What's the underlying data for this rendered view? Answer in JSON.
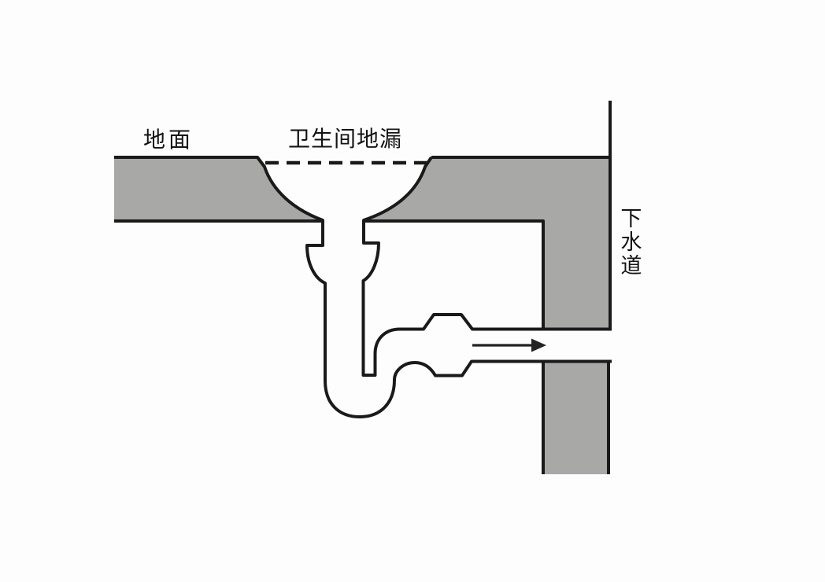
{
  "diagram": {
    "title": "bathroom-floor-drain-trap-cross-section",
    "labels": {
      "ground": "地面",
      "floor_drain": "卫生间地漏",
      "sewer": "下水道"
    },
    "colors": {
      "background": "#fdfdfd",
      "concrete_fill": "#a8a8a6",
      "line": "#1a1a1a",
      "text": "#141414",
      "arrow": "#222222"
    },
    "icons": {
      "flow_arrow": "right-flow-arrow"
    }
  }
}
